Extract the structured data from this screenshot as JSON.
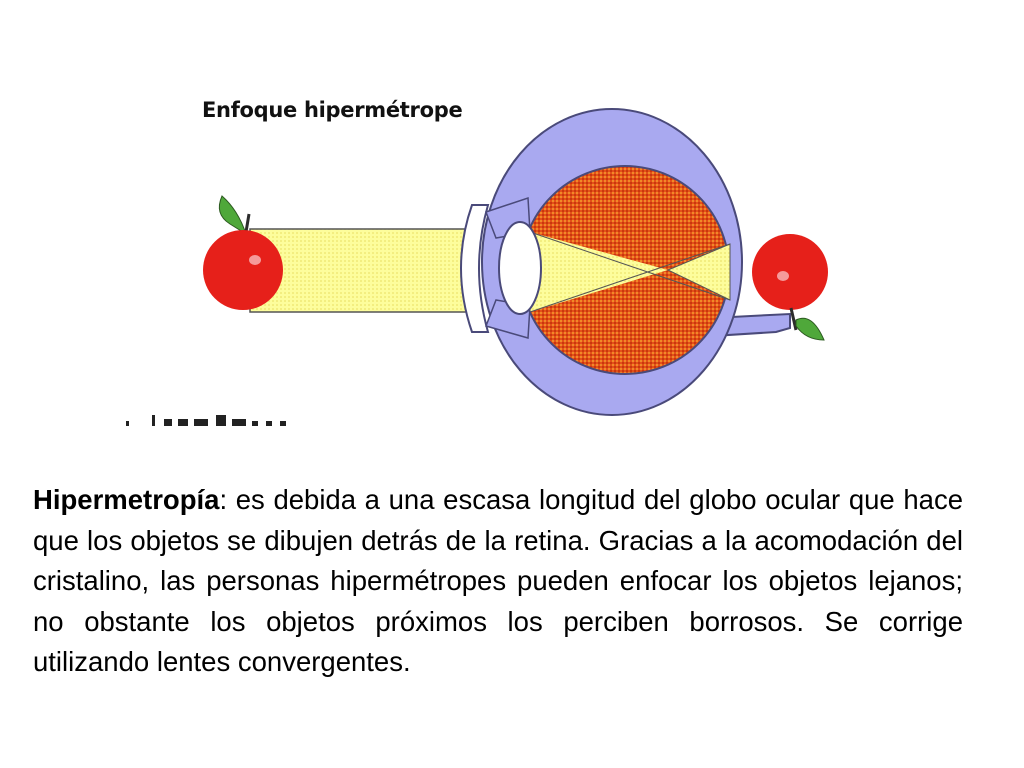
{
  "diagram": {
    "title": "Enfoque hipermétrope"
  },
  "paragraph": {
    "term": "Hipermetropía",
    "body": ": es debida a una escasa longitud del globo ocular que hace que los objetos se dibujen detrás de la retina. Gracias a la acomodación del cristalino, las personas hipermétropes pueden enfocar los objetos lejanos; no obstante los objetos próximos los perciben borrosos. Se corrige utilizando lentes convergentes."
  },
  "colors": {
    "eye_outer": "#a9a9f0",
    "eye_outline": "#4a4a7a",
    "eye_interior": "#e14a12",
    "eye_interior_light": "#f29a2c",
    "light_beam": "#fdfd9c",
    "apple": "#e6201a",
    "leaf": "#4fa83a"
  },
  "icons": {
    "object_apple": "apple-icon",
    "image_apple": "inverted-apple-icon"
  }
}
